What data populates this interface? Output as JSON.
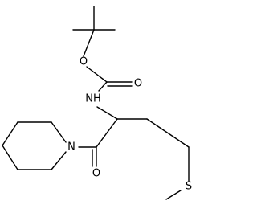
{
  "molecule": {
    "atoms": {
      "o_ether": "O",
      "o_carbonyl_top": "O",
      "nh": "NH",
      "n_piperidine": "N",
      "o_carbonyl_bottom": "O",
      "s": "S"
    }
  }
}
